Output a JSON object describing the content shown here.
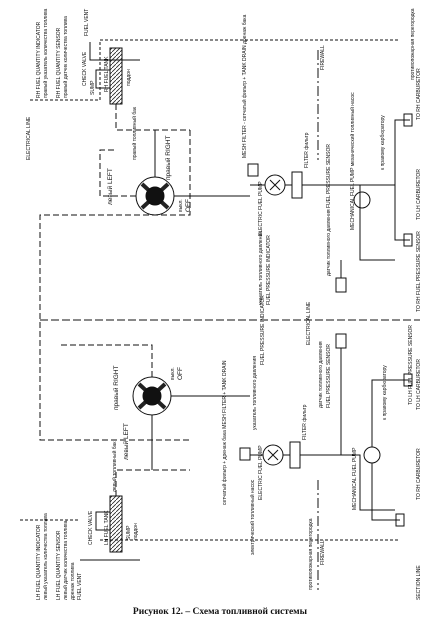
{
  "caption": "Рисунок 12. – Схема топливной системы",
  "upper_half": {
    "rh_tank_label": "RH FUEL TANK",
    "rh_tank_ru": "правый топливный бак",
    "rh_quantity_indicator": "RH FUEL QUANTITY INDICATOR",
    "rh_quantity_indicator_ru": "правый указатель количества топлива",
    "rh_quantity_sensor": "RH FUEL QUANTITY SENSOR",
    "rh_quantity_sensor_ru": "правый датчик количества топлива",
    "electrical_line_top": "ELECTRICAL LINE",
    "fuel_vent": "FUEL VENT",
    "check_valve": "CHECK VALVE",
    "sump": "SUMP",
    "sump_ru": "поддон",
    "selector_left": "левый LEFT",
    "selector_right": "правый RIGHT",
    "selector_off": "OFF",
    "selector_off_ru": "выкл.",
    "mesh_filter": "MESH FILTER - сетчатый фильтр + TANK DRAIN дренаж бака",
    "electric_fuel_pump": "ELECTRIC FUEL PUMP",
    "filter": "FILTER фильтр",
    "fuel_pressure_indicator": "указатель топливного давления",
    "fuel_pressure_indicator_en": "FUEL PRESSURE INDICATOR",
    "fuel_pressure_sensor": "датчик топливного давления FUEL PRESSURE SENSOR",
    "mechanical_fuel_pump": "MECHANICAL FUEL PUMP механический топливный насос",
    "to_carb": "к правому карбюратору",
    "to_rh_carb": "TO RH CARBURETOR",
    "to_lh_carb": "TO LH CARBURETOR",
    "to_rh_pressure_sensor": "TO RH FUEL PRESSURE SENSOR",
    "firewall": "FIREWALL",
    "firewall_ru": "противопожарная перегородка"
  },
  "lower_half": {
    "lh_tank_label": "LH FUEL TANK",
    "lh_tank_ru": "левый топливный бак",
    "lh_quantity_indicator": "LH FUEL QUANTITY INDICATOR",
    "lh_quantity_indicator_ru": "левый указатель количества топлива",
    "lh_quantity_sensor": "LH FUEL QUANTITY SENSOR",
    "lh_quantity_sensor_ru": "левый датчик количества топлива",
    "fuel_vent": "FUEL VENT",
    "fuel_vent_ru": "дренаж топлива",
    "check_valve": "CHECK VALVE",
    "sump": "SUMP",
    "sump_ru": "поддон",
    "selector_left": "левый LEFT",
    "selector_right": "правый RIGHT",
    "selector_off": "OFF",
    "selector_off_ru": "выкл.",
    "mesh_filter": "сетчатый фильтр + дренаж бака MESH FILTER + TANK DRAIN",
    "electric_fuel_pump": "ELECTRIC FUEL PUMP",
    "electric_fuel_pump_ru": "электрический топливный насос",
    "filter": "FILTER фильтр",
    "fuel_pressure_indicator": "указатель топливного давления",
    "fuel_pressure_indicator_en": "FUEL PRESSURE INDICATOR",
    "fuel_pressure_sensor": "FUEL PRESSURE SENSOR",
    "fuel_pressure_sensor_ru": "датчик топливного давления",
    "mechanical_fuel_pump": "MECHANICAL FUEL PUMP",
    "to_carb": "к правому карбюратору",
    "to_lh_carb": "TO LH CARBURETOR",
    "to_rh_carb": "TO RH CARBURETOR",
    "electrical_line": "ELECTRICAL LINE",
    "to_lh_pressure_sensor": "TO LH FUEL PRESSURE SENSOR",
    "firewall": "FIREWALL",
    "firewall_ru": "противопожарная перегородка",
    "section_line": "SECTION LINE"
  }
}
